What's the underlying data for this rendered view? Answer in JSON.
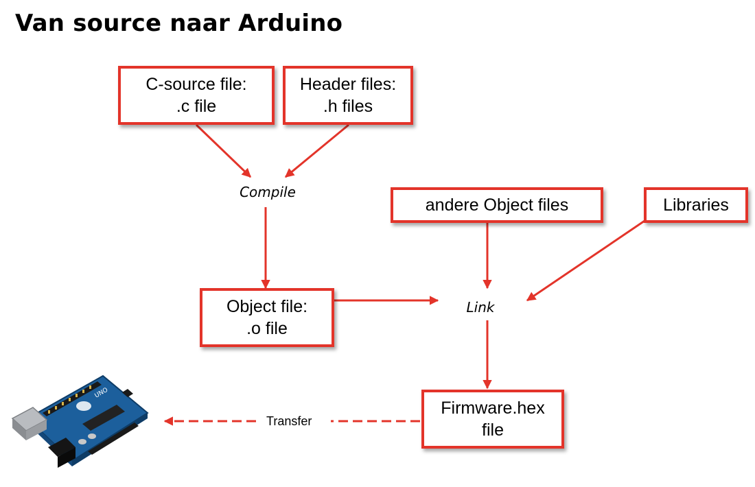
{
  "title": "Van source naar Arduino",
  "colors": {
    "accent": "#e3342a",
    "text": "#000000",
    "background": "#ffffff"
  },
  "boxes": {
    "c_source": {
      "line1": "C-source file:",
      "line2": ".c file"
    },
    "header": {
      "line1": "Header files:",
      "line2": ".h files"
    },
    "object_file": {
      "line1": "Object file:",
      "line2": ".o file"
    },
    "other_objects": {
      "line1": "andere Object files"
    },
    "libraries": {
      "line1": "Libraries"
    },
    "firmware": {
      "line1": "Firmware.hex",
      "line2": "file"
    }
  },
  "steps": {
    "compile": "Compile",
    "link": "Link"
  },
  "transfer_label": "Transfer",
  "image": {
    "icon": "arduino-uno-board"
  }
}
